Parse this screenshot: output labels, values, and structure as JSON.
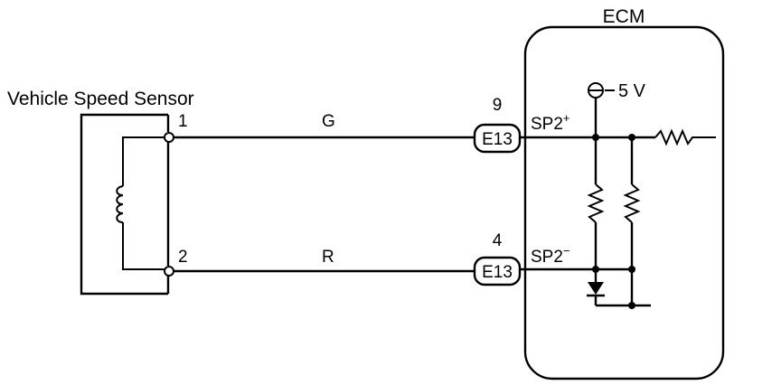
{
  "sensor": {
    "title": "Vehicle Speed Sensor",
    "pin1": "1",
    "pin2": "2"
  },
  "wires": {
    "top_color": "G",
    "bottom_color": "R"
  },
  "connectors": {
    "top": {
      "pin": "9",
      "name": "E13",
      "signal": "SP2",
      "polarity": "+"
    },
    "bottom": {
      "pin": "4",
      "name": "E13",
      "signal": "SP2",
      "polarity": "−"
    }
  },
  "ecm": {
    "title": "ECM",
    "supply": "5 V"
  }
}
